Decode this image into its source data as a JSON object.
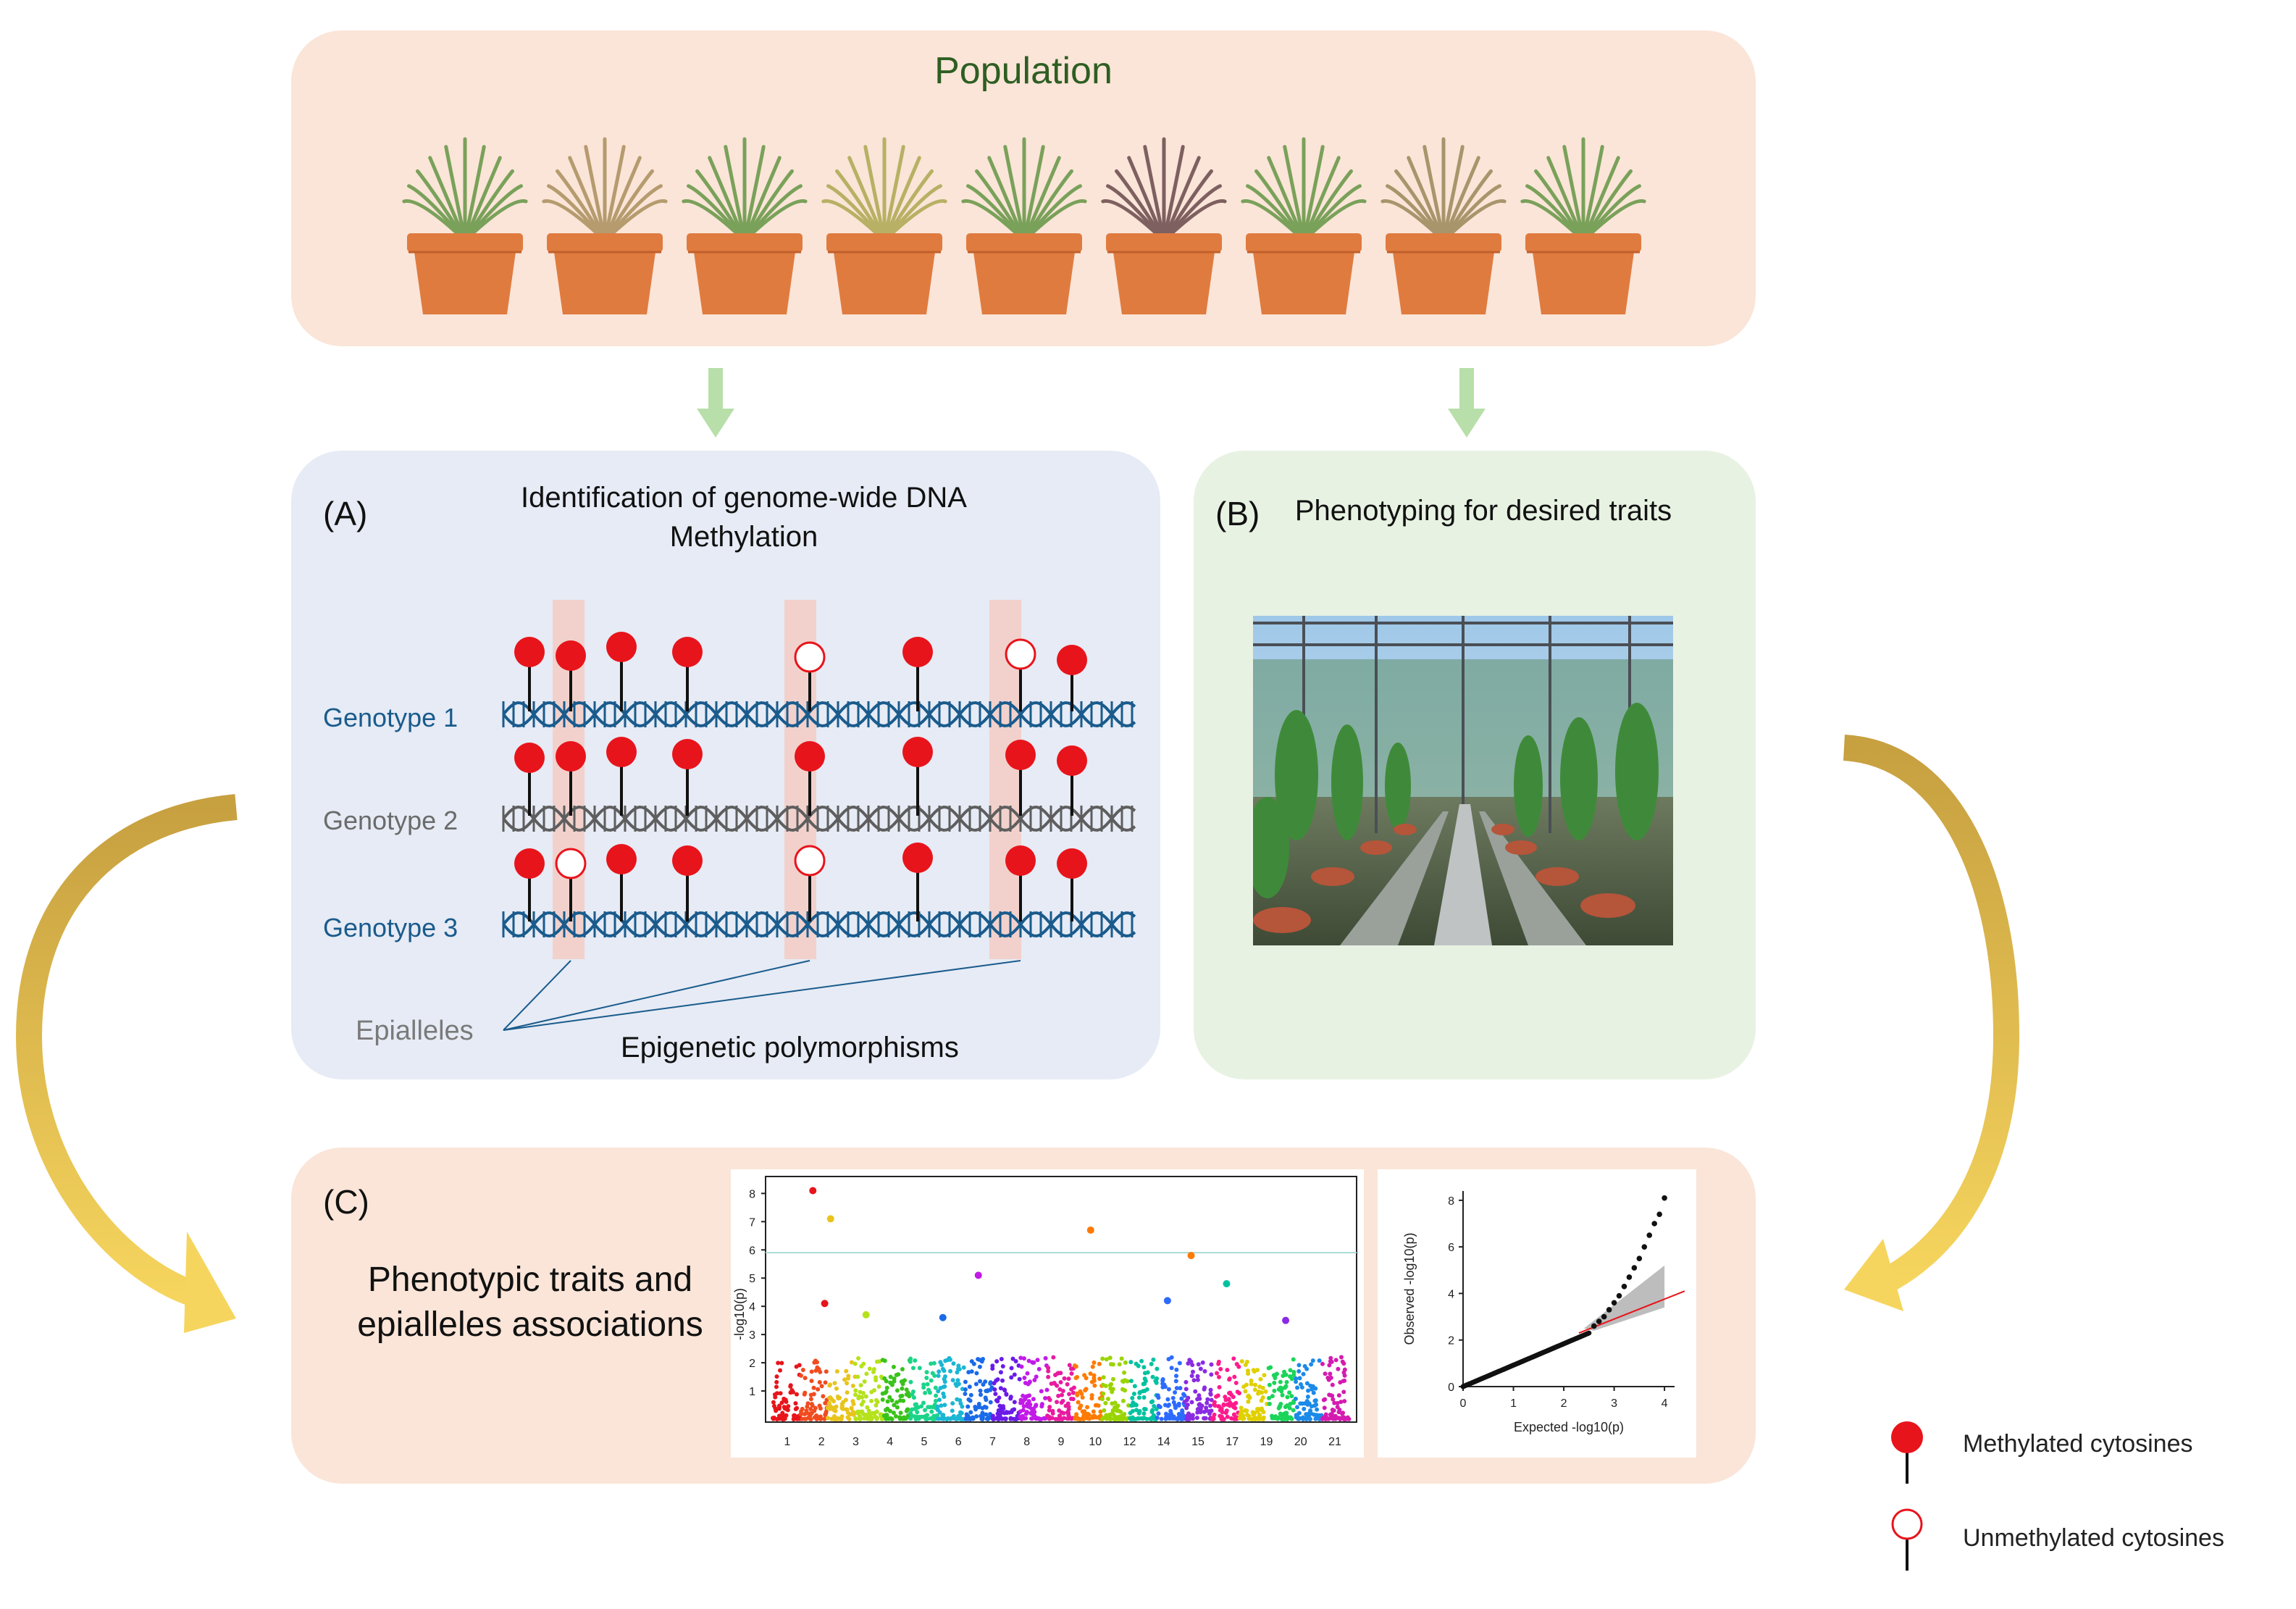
{
  "population": {
    "title": "Population",
    "pot_color": "#e07b3f",
    "plant_colors": [
      "#7aa15a",
      "#b59b6e",
      "#7aa15a",
      "#b8b064",
      "#7aa15a",
      "#7e6060",
      "#7aa15a",
      "#a8956c",
      "#7aa15a"
    ]
  },
  "panel_a": {
    "label": "(A)",
    "title": "Identification of genome-wide DNA Methylation",
    "genotypes": [
      {
        "name": "Genotype 1",
        "color": "#1a5b8c"
      },
      {
        "name": "Genotype 2",
        "color": "#6b6b6b"
      },
      {
        "name": "Genotype 3",
        "color": "#1a5b8c"
      }
    ],
    "epialleles_label": "Epialleles",
    "polymorphisms_label": "Epigenetic polymorphisms"
  },
  "panel_b": {
    "label": "(B)",
    "title": "Phenotyping for desired traits"
  },
  "panel_c": {
    "label": "(C)",
    "title": "Phenotypic traits and epialleles associations",
    "manhattan": {
      "ylabel": "-log10(p)",
      "yticks": [
        "1",
        "2",
        "3",
        "4",
        "5",
        "6",
        "7",
        "8"
      ],
      "chromosomes": [
        "1",
        "2",
        "3",
        "4",
        "5",
        "6",
        "7",
        "8",
        "9",
        "10",
        "12",
        "14",
        "15",
        "17",
        "19",
        "20",
        "21"
      ],
      "threshold": 5.9
    },
    "qq": {
      "xlabel": "Expected  -log10(p)",
      "ylabel": "Observed  -log10(p)",
      "xticks": [
        "0",
        "1",
        "2",
        "3",
        "4"
      ],
      "yticks": [
        "0",
        "2",
        "4",
        "6",
        "8"
      ]
    }
  },
  "legend": {
    "methylated": "Methylated cytosines",
    "unmethylated": "Unmethylated cytosines",
    "red": "#e8141b"
  }
}
